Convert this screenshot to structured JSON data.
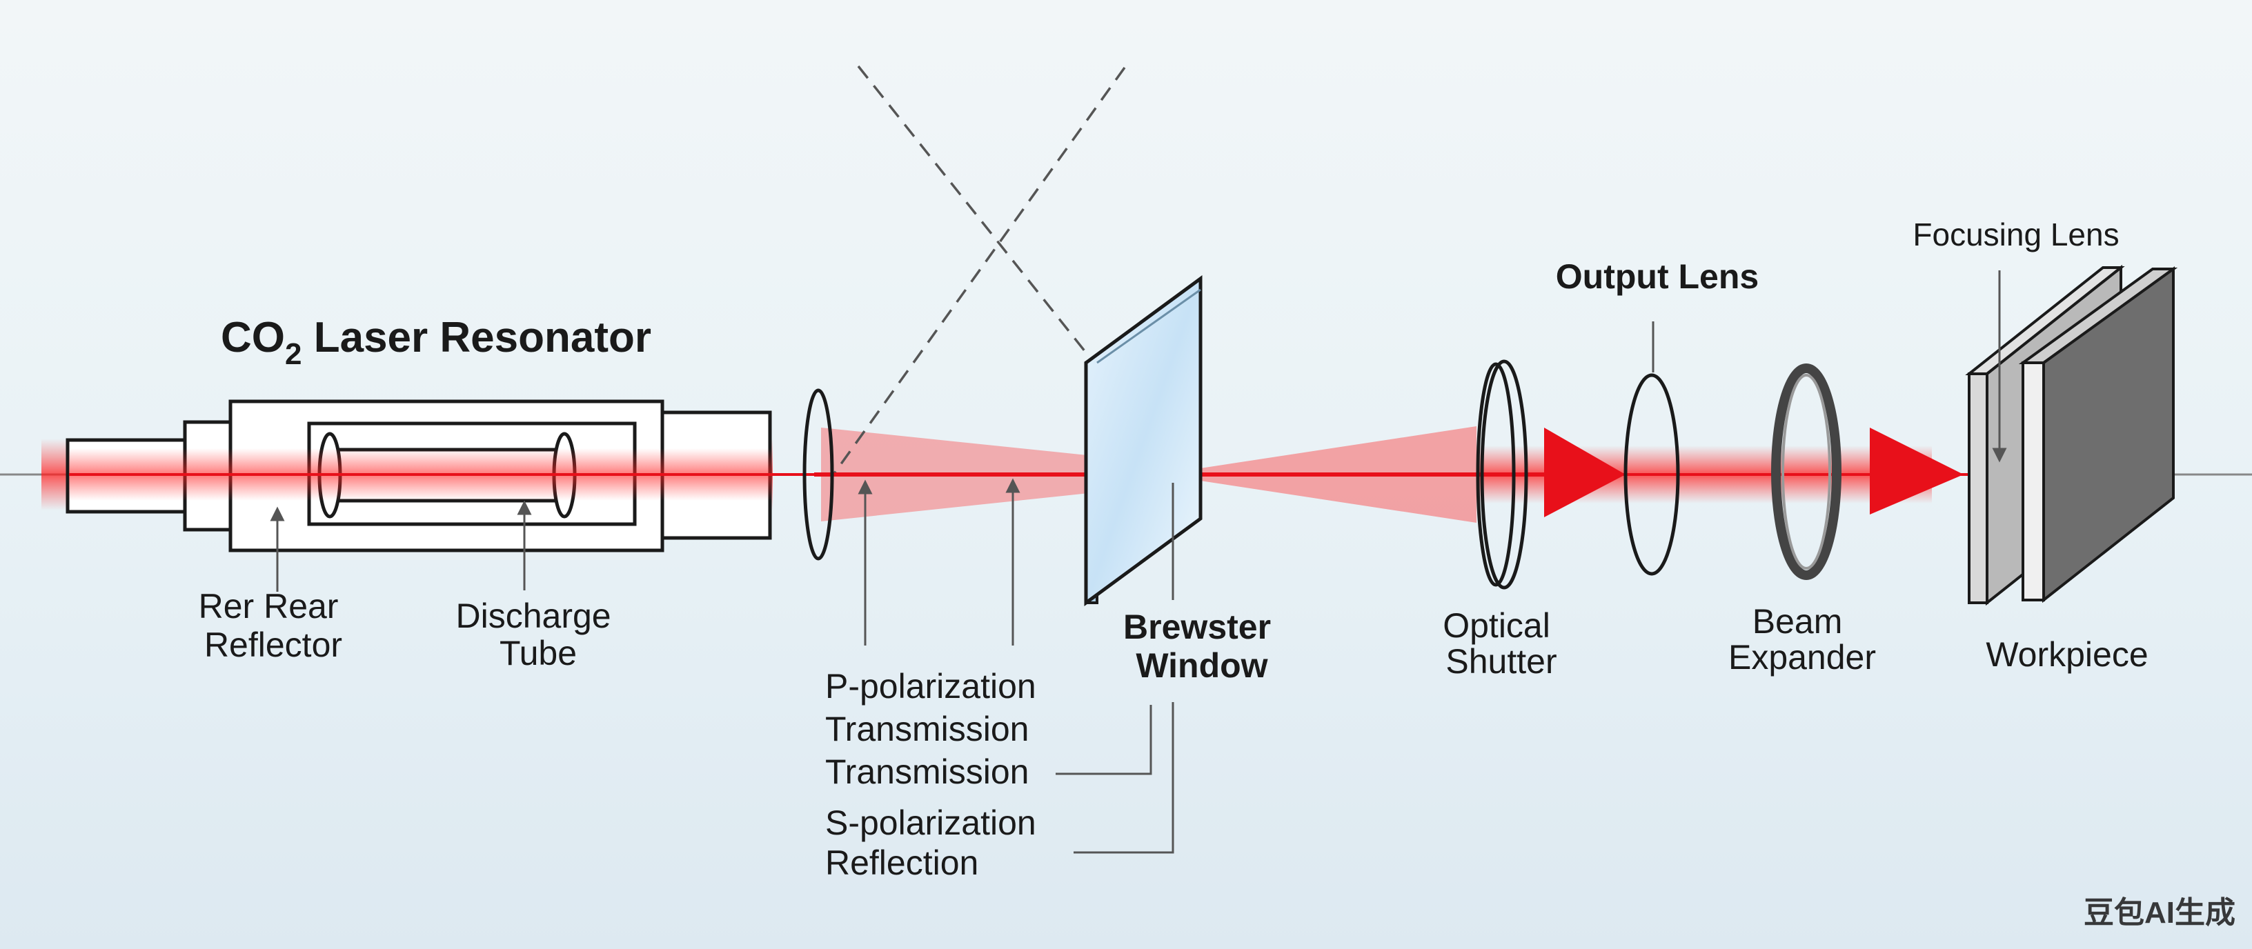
{
  "title": {
    "main": "CO",
    "subscript": "2",
    "rest": " Laser Resonator"
  },
  "labels": {
    "rear_reflector": [
      "Rer Rear",
      "Reflector"
    ],
    "discharge_tube": [
      "Discharge",
      "Tube"
    ],
    "polarization": [
      "P-polarization",
      "Transmission",
      "Transmission",
      "S-polarization",
      "Reflection"
    ],
    "brewster_window": [
      "Brewster",
      "Window"
    ],
    "optical_shutter": [
      "Optical",
      "Shutter"
    ],
    "output_lens": "Output Lens",
    "beam_expander": [
      "Beam",
      "Expander"
    ],
    "focusing_lens": "Focusing Lens",
    "workpiece": "Workpiece"
  },
  "watermark": "豆包AI生成",
  "colors": {
    "beam": "#e8101a",
    "background_top": "#f2f6f8",
    "background_bottom": "#dde9f1",
    "outline": "#1a1a1a",
    "workpiece": "#6e6e6e",
    "focus_plate": "#c9c9c9",
    "brewster_glass": "#cfe6f7"
  }
}
